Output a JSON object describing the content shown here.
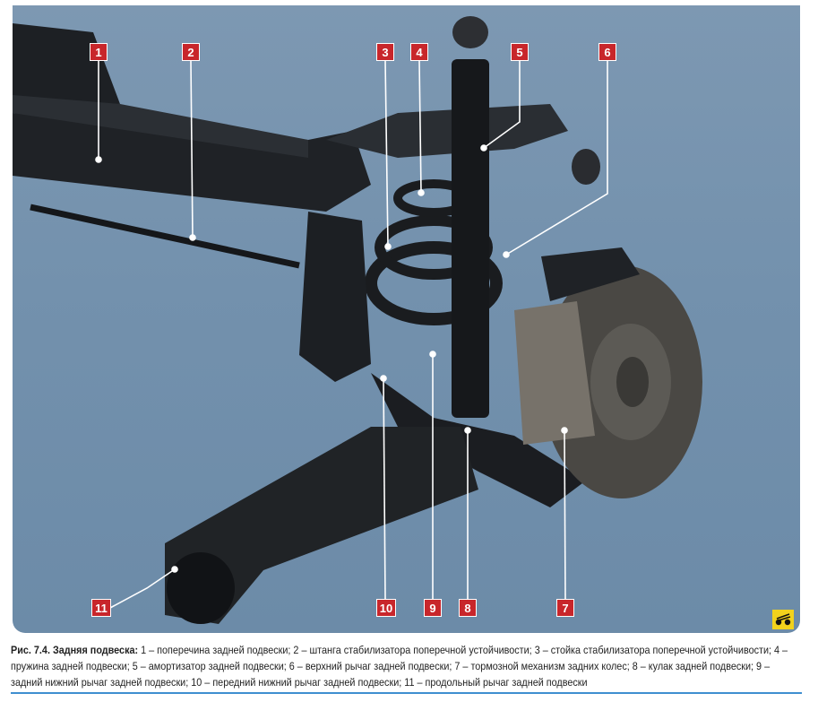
{
  "figure": {
    "callouts": [
      "1",
      "2",
      "3",
      "4",
      "5",
      "6",
      "7",
      "8",
      "9",
      "10",
      "11"
    ],
    "badge_icon": "car-suspension-icon",
    "caption_title": "Рис. 7.4. Задняя подвеска:",
    "caption_text": " 1 – поперечина задней подвески; 2 – штанга стабилизатора поперечной устойчивости; 3 – стойка стабилизатора поперечной устойчивости; 4 – пружина задней подвески; 5 – амортизатор задней подвески; 6 – верхний рычаг задней подвески; 7 – тормозной механизм задних колес; 8 – кулак задней подвески; 9 – задний нижний рычаг задней подвески; 10 – передний нижний рычаг задней подвески; 11 – продольный рычаг задней подвески"
  },
  "colors": {
    "callout": "#c8262b",
    "rule": "#3f8fd0",
    "badge": "#f2d21c"
  }
}
